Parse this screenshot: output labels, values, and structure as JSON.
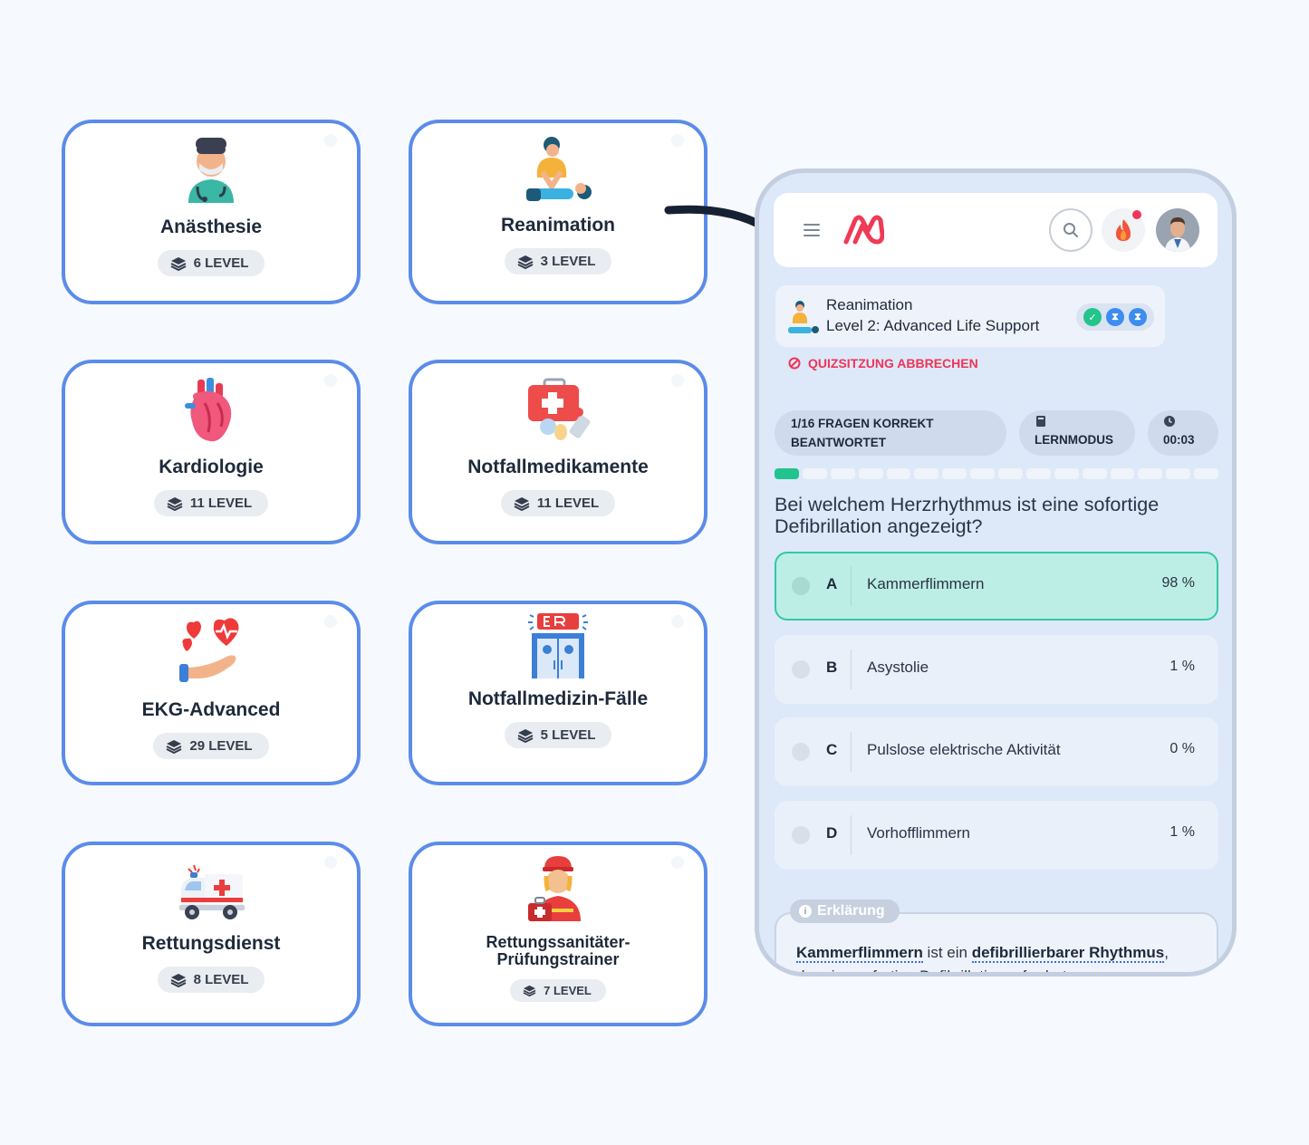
{
  "courses": [
    {
      "title": "Anästhesie",
      "levels": "6 LEVEL",
      "icon": "anesthesiologist-icon"
    },
    {
      "title": "Reanimation",
      "levels": "3 LEVEL",
      "icon": "cpr-icon"
    },
    {
      "title": "Kardiologie",
      "levels": "11 LEVEL",
      "icon": "heart-icon"
    },
    {
      "title": "Notfallmedikamente",
      "levels": "11 LEVEL",
      "icon": "first-aid-kit-icon"
    },
    {
      "title": "EKG-Advanced",
      "levels": "29 LEVEL",
      "icon": "hand-hearts-icon"
    },
    {
      "title": "Notfallmedizin-Fälle",
      "levels": "5 LEVEL",
      "icon": "emergency-room-icon"
    },
    {
      "title": "Rettungsdienst",
      "levels": "8 LEVEL",
      "icon": "ambulance-icon"
    },
    {
      "title_line1": "Rettungssanitäter-",
      "title_line2": "Prüfungstrainer",
      "levels": "7 LEVEL",
      "icon": "paramedic-icon"
    }
  ],
  "quiz": {
    "lesson_title": "Reanimation",
    "lesson_subtitle": "Level 2: Advanced Life Support",
    "status_marks": [
      "✓",
      "⧗",
      "⧗"
    ],
    "cancel_label": "QUIZSITZUNG ABBRECHEN",
    "stats": {
      "correct_line1": "1/16 FRAGEN KORREKT",
      "correct_line2": "BEANTWORTET",
      "mode": "LERNMODUS",
      "timer": "00:03"
    },
    "progress": {
      "done": 1,
      "total": 16
    },
    "question": "Bei welchem Herzrhythmus ist eine sofortige Defibrillation angezeigt?",
    "answers": [
      {
        "letter": "A",
        "text": "Kammerflimmern",
        "percent": "98 %",
        "correct": true
      },
      {
        "letter": "B",
        "text": "Asystolie",
        "percent": "1 %",
        "correct": false
      },
      {
        "letter": "C",
        "text": "Pulslose elektrische Aktivität",
        "percent": "0 %",
        "correct": false
      },
      {
        "letter": "D",
        "text": "Vorhofflimmern",
        "percent": "1 %",
        "correct": false
      }
    ],
    "explanation": {
      "tag": "Erklärung",
      "term1": "Kammerflimmern",
      "mid": " ist ein ",
      "term2": "defibrillierbarer Rhythmus",
      "tail": ",",
      "line2": "der eine sofortige Defibrillation erfordert."
    }
  },
  "colors": {
    "card_border": "#5b8ceb",
    "accent_green": "#21c38f",
    "danger": "#ee3557",
    "progress_blue": "#3d8cf0"
  }
}
